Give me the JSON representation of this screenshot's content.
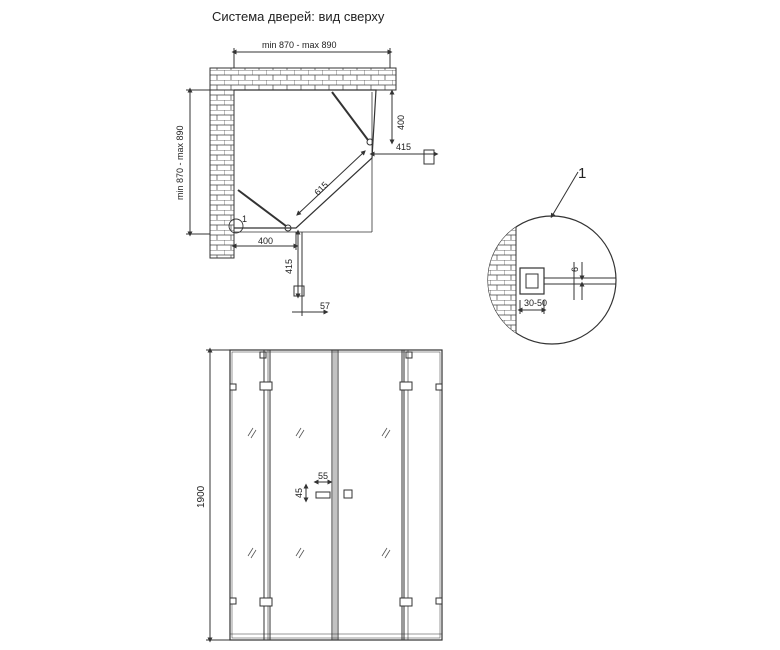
{
  "title": "Система дверей: вид сверху",
  "plan_view": {
    "width_dim": "min 870 - max 890",
    "depth_dim": "min 870 - max 890",
    "door_width_right": "400",
    "door_swing_right": "415",
    "diagonal_door": "615",
    "door_width_bottom": "400",
    "door_swing_bottom": "415",
    "offset": "57",
    "marker": "1"
  },
  "detail_view": {
    "callout": "1",
    "profile_width": "30-50",
    "gap": "6"
  },
  "front_view": {
    "height": "1900",
    "handle_width": "55",
    "handle_height": "45"
  },
  "colors": {
    "line": "#333333",
    "brick_fill": "#ffffff",
    "glass_mark": "#555555"
  }
}
